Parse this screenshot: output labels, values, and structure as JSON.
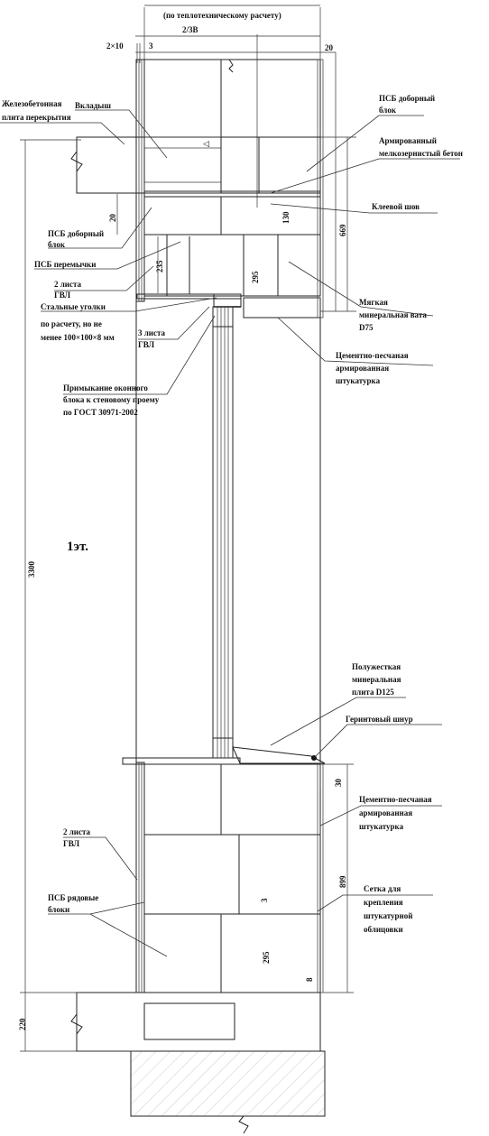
{
  "top_dimension": {
    "note": "(по теплотехническому расчету)",
    "fraction": "2/3В",
    "dim_2x10": "2×10",
    "dim_3": "3",
    "dim_20": "20"
  },
  "dimensions": {
    "d669": "669",
    "d130": "130",
    "d20_left": "20",
    "d235": "235",
    "d295_top": "295",
    "d3300": "3300",
    "d30": "30",
    "d899": "899",
    "d3_bottom": "3",
    "d295_bottom": "295",
    "d8": "8",
    "d220": "220"
  },
  "floor_label": "1эт.",
  "labels": {
    "insert": "Вкладыш",
    "rc_slab_1": "Железобетонная",
    "rc_slab_2": "плита перекрытия",
    "psb_extra_right_1": "ПСБ доборный",
    "psb_extra_right_2": "блок",
    "reinforced_concrete_1": "Армированный",
    "reinforced_concrete_2": "мелкозернистый бетон",
    "glue_joint": "Клеевой шов",
    "psb_extra_left_1": "ПСБ доборный",
    "psb_extra_left_2": "блок",
    "psb_lintels": "ПСБ перемычки",
    "gvl2_top_1": "2 листа",
    "gvl2_top_2": "ГВЛ",
    "steel_angles_1": "Стальные уголки",
    "steel_angles_2": "по расчету, но не",
    "steel_angles_3": "менее 100×100×8 мм",
    "gvl3_1": "3 листа",
    "gvl3_2": "ГВЛ",
    "soft_wool_1": "Мягкая",
    "soft_wool_2": "минеральная вата",
    "soft_wool_3": "D75",
    "cement_plaster_top_1": "Цементно-песчаная",
    "cement_plaster_top_2": "армированная",
    "cement_plaster_top_3": "штукатурка",
    "window_joint_1": "Примыкание оконного",
    "window_joint_2": "блока к стеновому проему",
    "window_joint_3": "по ГОСТ 30971-2002",
    "semi_rigid_1": "Полужесткая",
    "semi_rigid_2": "минеральная",
    "semi_rigid_3": "плита D125",
    "gerinit": "Геринтовый шнур",
    "cement_plaster_bot_1": "Цементно-песчаная",
    "cement_plaster_bot_2": "армированная",
    "cement_plaster_bot_3": "штукатурка",
    "gvl2_bot_1": "2 листа",
    "gvl2_bot_2": "ГВЛ",
    "psb_row_1": "ПСБ рядовые",
    "psb_row_2": "блоки",
    "mesh_1": "Сетка для",
    "mesh_2": "крепления",
    "mesh_3": "штукатурной",
    "mesh_4": "облицовки"
  }
}
